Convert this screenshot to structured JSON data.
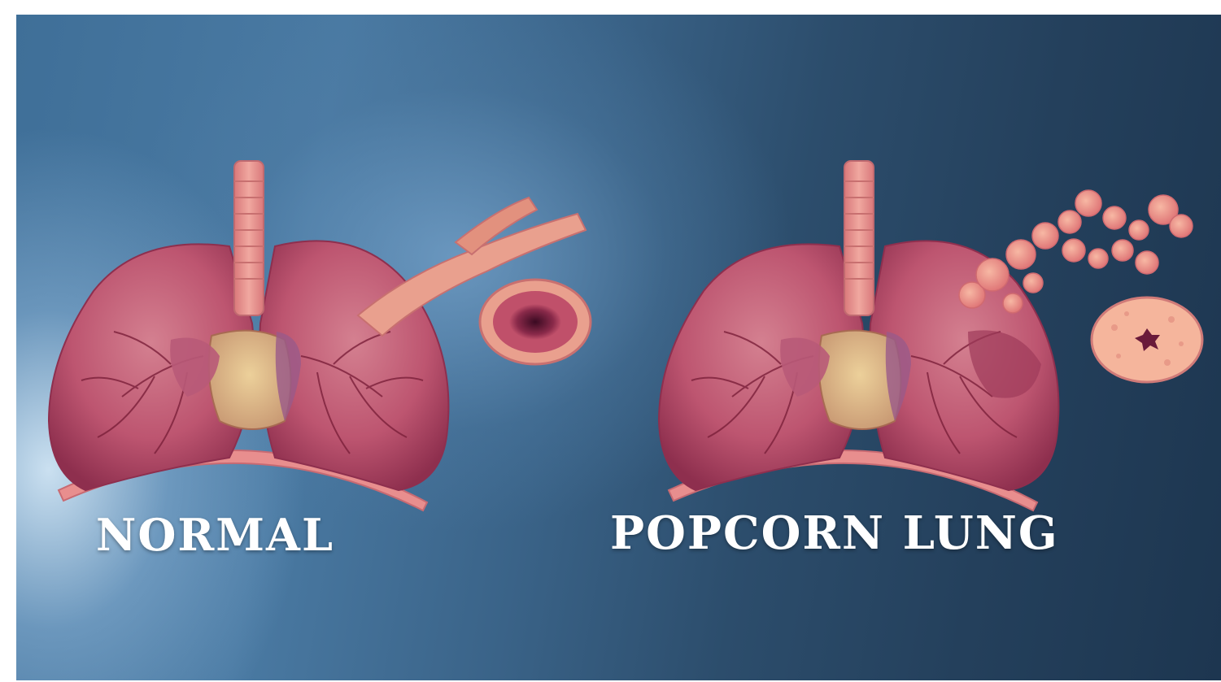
{
  "labels": {
    "normal": "NORMAL",
    "popcorn": "POPCORN LUNG"
  },
  "colors": {
    "lung_fill": "#b84a66",
    "lung_light": "#d27a8a",
    "vein": "#7a1f3a",
    "trachea": "#e6928c",
    "heart": "#d9b48a",
    "diaphragm": "#e88e8e",
    "airway_wall": "#e9a08e",
    "airway_lumen": "#6a1a3a"
  },
  "icons": {
    "left_figure": "normal-lungs-illustration",
    "right_figure": "popcorn-lungs-illustration"
  }
}
